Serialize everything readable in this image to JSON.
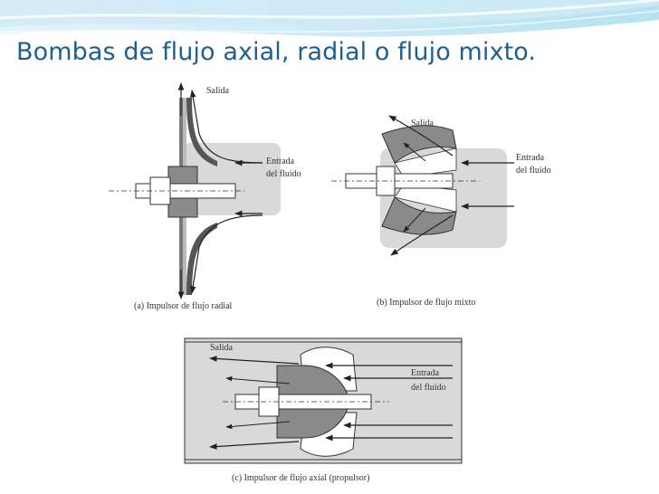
{
  "slide": {
    "title": "Bombas de flujo axial, radial o flujo mixto."
  },
  "panels": {
    "radial": {
      "outlet_label": "Salida",
      "inlet_label_line1": "Entrada",
      "inlet_label_line2": "del fluido",
      "caption": "(a) Impulsor de flujo radial"
    },
    "mixed": {
      "outlet_label": "Salida",
      "inlet_label_line1": "Entrada",
      "inlet_label_line2": "del fluido",
      "caption": "(b) Impulsor de flujo mixto"
    },
    "axial": {
      "outlet_label": "Salida",
      "inlet_label_line1": "Entrada",
      "inlet_label_line2": "del fluido",
      "caption": "(c) Impulsor de flujo axial (propulsor)"
    }
  },
  "colors": {
    "title": "#1f5f8f",
    "banner_light": "#d6eef7",
    "banner_mid": "#9fd3e8",
    "shading": "#d9d9d9",
    "dark_part": "#7a7a7a"
  }
}
